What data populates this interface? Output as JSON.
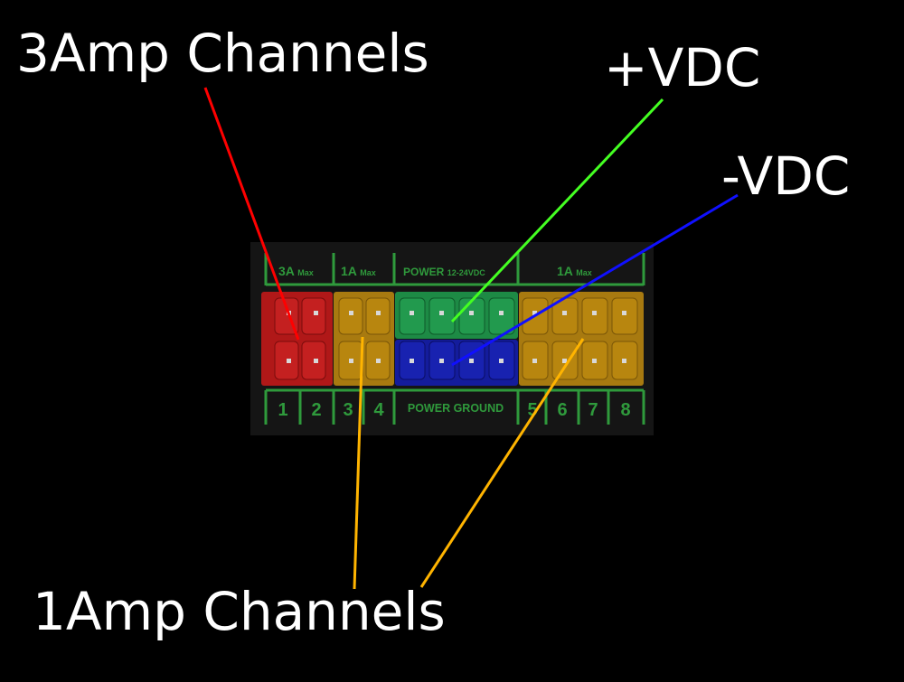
{
  "callouts": {
    "three_amp": "3Amp Channels",
    "positive": "+VDC",
    "negative": "-VDC",
    "one_amp": "1Amp Channels"
  },
  "board": {
    "top_labels": [
      {
        "main": "3A",
        "sub": "Max"
      },
      {
        "main": "1A",
        "sub": "Max"
      },
      {
        "main": "POWER",
        "sub": "12-24VDC"
      },
      {
        "main": "1A",
        "sub": "Max"
      }
    ],
    "channel_numbers": [
      "1",
      "2",
      "3",
      "4",
      "5",
      "6",
      "7",
      "8"
    ],
    "power_ground_label": "POWER GROUND"
  },
  "colors": {
    "background": "#000000",
    "board": "#151515",
    "silkscreen": "#2f9a3c",
    "three_amp_block": "#b01818",
    "one_amp_block": "#a87a10",
    "positive_block": "#1d8a45",
    "negative_block": "#141c9c",
    "three_amp_line": "#ff0000",
    "positive_line": "#44ff22",
    "negative_line": "#1010ff",
    "one_amp_line": "#ffb400",
    "callout_text": "#ffffff"
  }
}
